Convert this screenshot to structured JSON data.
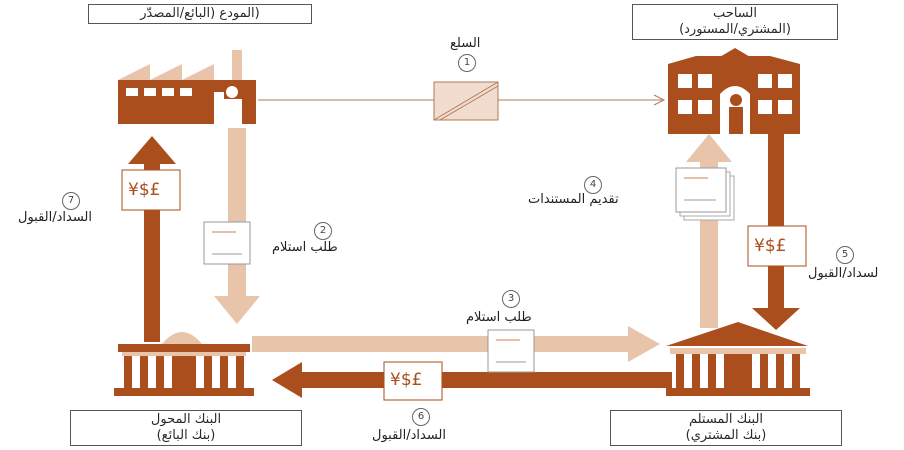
{
  "parties": {
    "seller": {
      "line1": "(المودع (البائع/المصدّر",
      "line2": ""
    },
    "buyer": {
      "line1": "الساحب",
      "line2": "(المشتري/المستورد)"
    },
    "remitting_bank": {
      "line1": "البنك المحول",
      "line2": "(بنك البائع)"
    },
    "collecting_bank": {
      "line1": "البنك المستلم",
      "line2": "(بنك المشتري)"
    }
  },
  "steps": [
    {
      "num": "1",
      "label": "السلع"
    },
    {
      "num": "2",
      "label": "طلب استلام"
    },
    {
      "num": "3",
      "label": "طلب استلام"
    },
    {
      "num": "4",
      "label": "تقديم المستندات"
    },
    {
      "num": "5",
      "label": "لسداد/القبول"
    },
    {
      "num": "6",
      "label": "السداد/القبول"
    },
    {
      "num": "7",
      "label": "السداد/القبول"
    }
  ],
  "currency_symbols": "¥$£",
  "colors": {
    "dark": "#a94e1c",
    "light": "#e8c4ab",
    "mid": "#c9804f"
  }
}
